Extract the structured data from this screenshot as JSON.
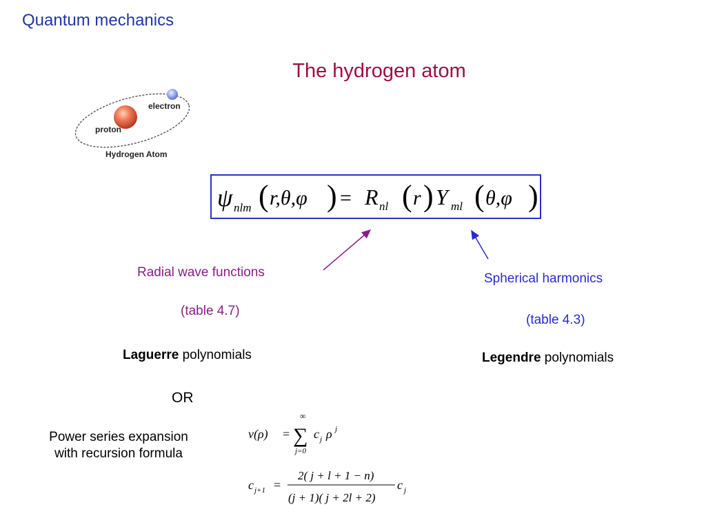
{
  "slide": {
    "header": "Quantum mechanics",
    "title": "The hydrogen atom"
  },
  "atom_figure": {
    "electron_label": "electron",
    "proton_label": "proton",
    "caption": "Hydrogen Atom"
  },
  "equation": {
    "psi": "ψ",
    "psi_sub": "nlm",
    "args": "r,θ,φ",
    "equals": "=",
    "R": "R",
    "R_sub": "nl",
    "r": "r",
    "Y": "Y",
    "Y_sub": "ml",
    "angles": "θ,φ"
  },
  "radial": {
    "label": "Radial  wave functions",
    "table": "(table 4.7)",
    "poly_bold": "Laguerre",
    "poly_rest": " polynomials",
    "or": "OR",
    "power_line1": "Power series expansion",
    "power_line2": "with recursion formula"
  },
  "spherical": {
    "label": "Spherical harmonics",
    "table": "(table 4.3)",
    "poly_bold": "Legendre",
    "poly_rest": " polynomials"
  },
  "series_formula": {
    "lhs": "v(ρ)",
    "equals": "=",
    "sum": "∑",
    "upper": "∞",
    "lower": "j=0",
    "c": "c",
    "c_sub": "j",
    "rho": "ρ",
    "rho_sup": "j"
  },
  "recursion_formula": {
    "c": "c",
    "lhs_sub": "j+1",
    "equals": "=",
    "numerator": "2( j + l + 1 − n)",
    "denominator": "(j + 1)( j + 2l + 2)",
    "rhs_sub": "j"
  },
  "colors": {
    "header": "#1f35a6",
    "title": "#9b1040",
    "box": "#2730c8",
    "radial": "#8a1c8a",
    "spherical": "#2a2ac8"
  }
}
